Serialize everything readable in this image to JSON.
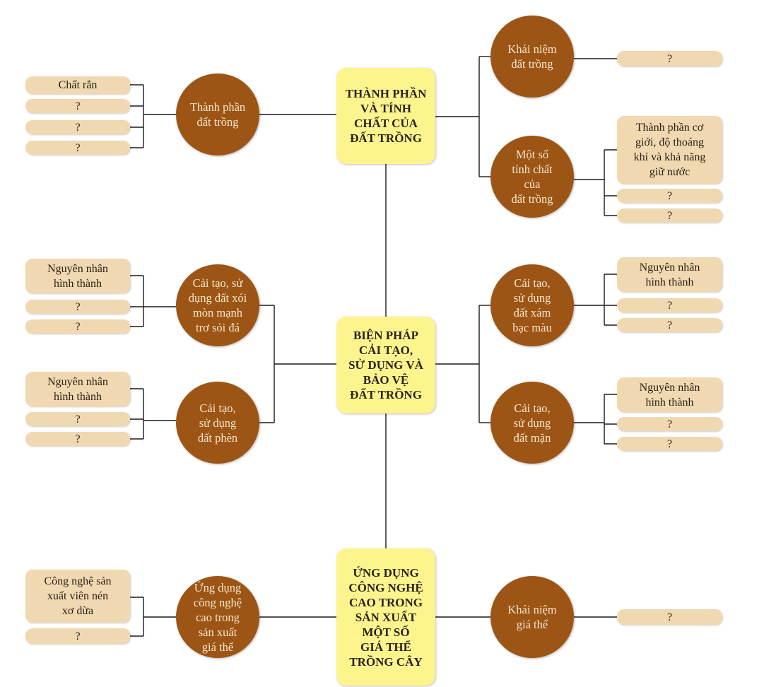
{
  "centers": {
    "top": "THÀNH PHẦN\nVÀ TÍNH\nCHẤT CỦA\nĐẤT TRỒNG",
    "middle": "BIỆN PHÁP\nCẢI TẠO,\nSỬ DỤNG VÀ\nBẢO VỆ\nĐẤT TRỒNG",
    "bottom": "ỨNG DỤNG\nCÔNG NGHỆ\nCAO TRONG\nSẢN XUẤT\nMỘT SỐ\nGIÁ THỂ\nTRỒNG CÂY"
  },
  "circles": {
    "thanh_phan": "Thành phần\nđất trồng",
    "khai_niem_dat": "Khái niệm\nđất trồng",
    "tinh_chat": "Một số\ntính chất\ncủa\nđất trồng",
    "xoi_mon": "Cải tạo, sử\ndụng đất xói\nmòn mạnh\ntrơ sỏi đá",
    "xam_bac_mau": "Cải tạo,\nsử dụng\nđất xám\nbạc màu",
    "phen": "Cải tạo,\nsử dụng\nđất phèn",
    "man": "Cải tạo,\nsử dụng\nđất mặn",
    "ung_dung_gia_the": "Ứng dụng\ncông nghệ\ncao trong\nsản xuất\ngiá thể",
    "khai_niem_gia_the": "Khái niệm\ngiá thể"
  },
  "boxes": {
    "chat_ran": "Chất rắn",
    "q": "?",
    "thanh_phan_co_gioi": "Thành phần cơ\ngiới, độ thoáng\nkhí và khả năng\ngiữ nước",
    "nguyen_nhan": "Nguyên nhân\nhình thành",
    "vien_nen": "Công nghệ sản\nxuất viên nén\nxơ dừa"
  }
}
